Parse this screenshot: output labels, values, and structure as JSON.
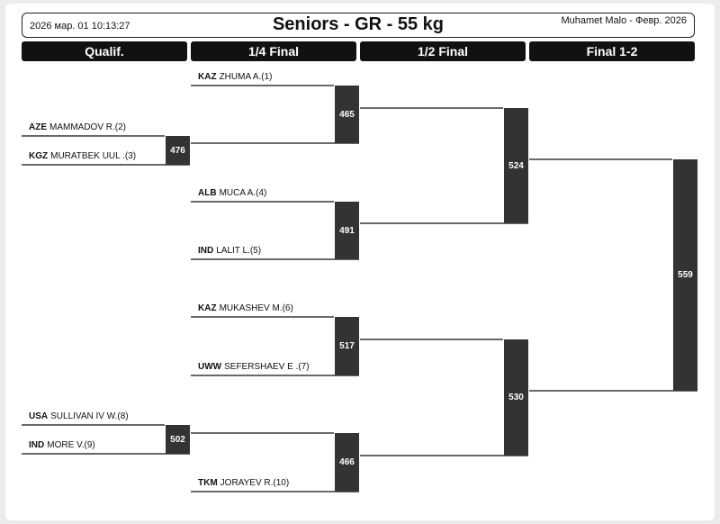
{
  "header": {
    "left": "2026 мар. 01 10:13:27",
    "title": "Seniors - GR - 55 kg",
    "right": "Muhamet Malo - Февр. 2026"
  },
  "rounds": [
    "Qualif.",
    "1/4 Final",
    "1/2 Final",
    "Final 1-2"
  ],
  "athletes": [
    {
      "country": "KAZ",
      "name": "ZHUMA A.(1)"
    },
    {
      "country": "AZE",
      "name": "MAMMADOV R.(2)"
    },
    {
      "country": "KGZ",
      "name": "MURATBEK UUL .(3)"
    },
    {
      "country": "ALB",
      "name": "MUCA A.(4)"
    },
    {
      "country": "IND",
      "name": "LALIT L.(5)"
    },
    {
      "country": "KAZ",
      "name": "MUKASHEV M.(6)"
    },
    {
      "country": "UWW",
      "name": "SEFERSHAEV E .(7)"
    },
    {
      "country": "USA",
      "name": "SULLIVAN IV W.(8)"
    },
    {
      "country": "IND",
      "name": "MORE V.(9)"
    },
    {
      "country": "TKM",
      "name": "JORAYEV R.(10)"
    }
  ],
  "bouts": [
    "476",
    "502",
    "465",
    "491",
    "517",
    "466",
    "524",
    "530",
    "559"
  ]
}
